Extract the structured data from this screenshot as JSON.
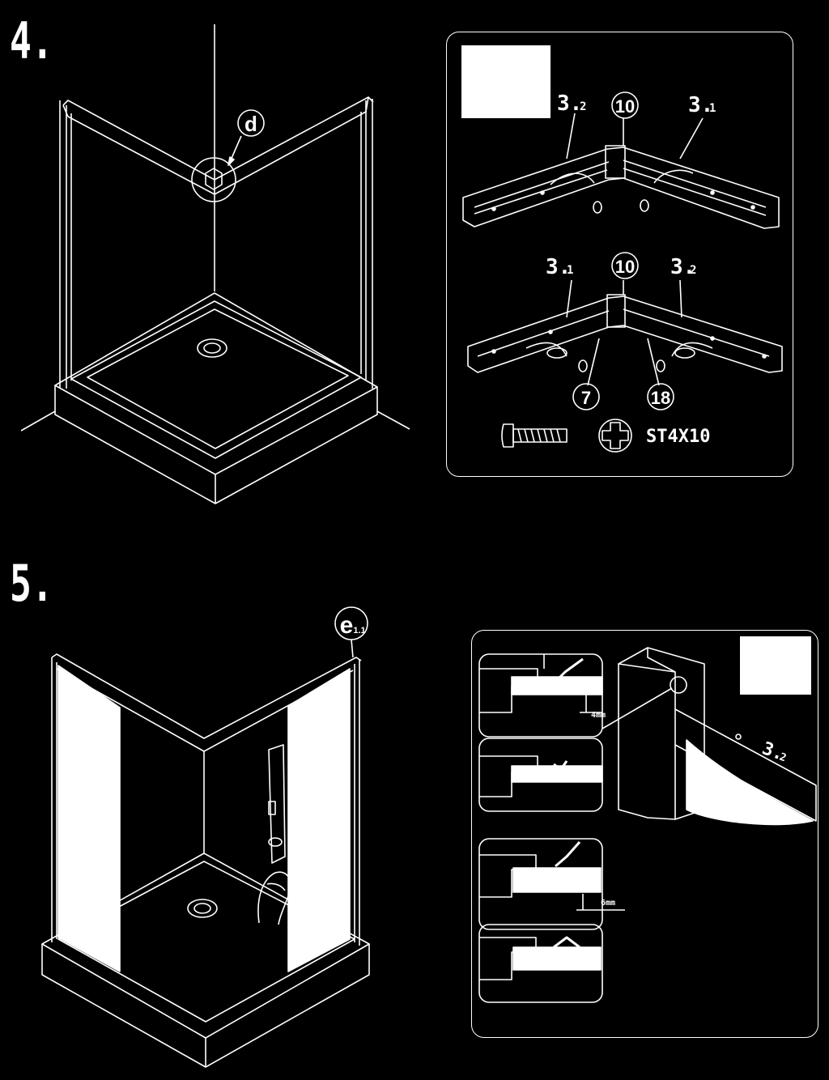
{
  "step4": {
    "number": "4.",
    "callout_d": "d",
    "detail": {
      "part_3_2": "3.",
      "part_3_2_sub": "2",
      "part_3_1": "3.",
      "part_3_1_sub": "1",
      "part_10": "10",
      "part_7": "7",
      "part_18": "18",
      "screw_spec": "ST4X10"
    }
  },
  "step5": {
    "number": "5.",
    "callout_e": "e",
    "callout_e_sub": "1.1",
    "detail": {
      "gap_small": "4mm",
      "gap_large": "6mm",
      "part_3": "3.",
      "part_3_sub": "2"
    }
  }
}
